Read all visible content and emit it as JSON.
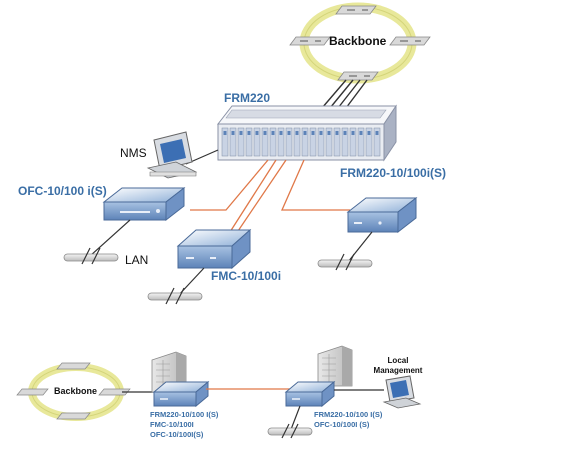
{
  "labels": {
    "backbone_top": "Backbone",
    "frm220": "FRM220",
    "nms": "NMS",
    "ofc": "OFC-10/100 i(S)",
    "frm220_card": "FRM220-10/100i(S)",
    "lan": "LAN",
    "fmc": "FMC-10/100i",
    "backbone_bottom": "Backbone",
    "local_management_line1": "Local",
    "local_management_line2": "Management",
    "left_list": [
      "FRM220-10/100 I(S)",
      "FMC-10/100I",
      "OFC-10/100I(S)"
    ],
    "right_list": [
      "FRM220-10/100 I(S)",
      "OFC-10/100I (S)"
    ]
  },
  "colors": {
    "label_blue": "#3a6ea5",
    "ring_yellow": "#e8e89a",
    "fiber_orange": "#e07848",
    "device_blue": "#8fb0d8",
    "chassis_gray": "#c8cdd6"
  }
}
